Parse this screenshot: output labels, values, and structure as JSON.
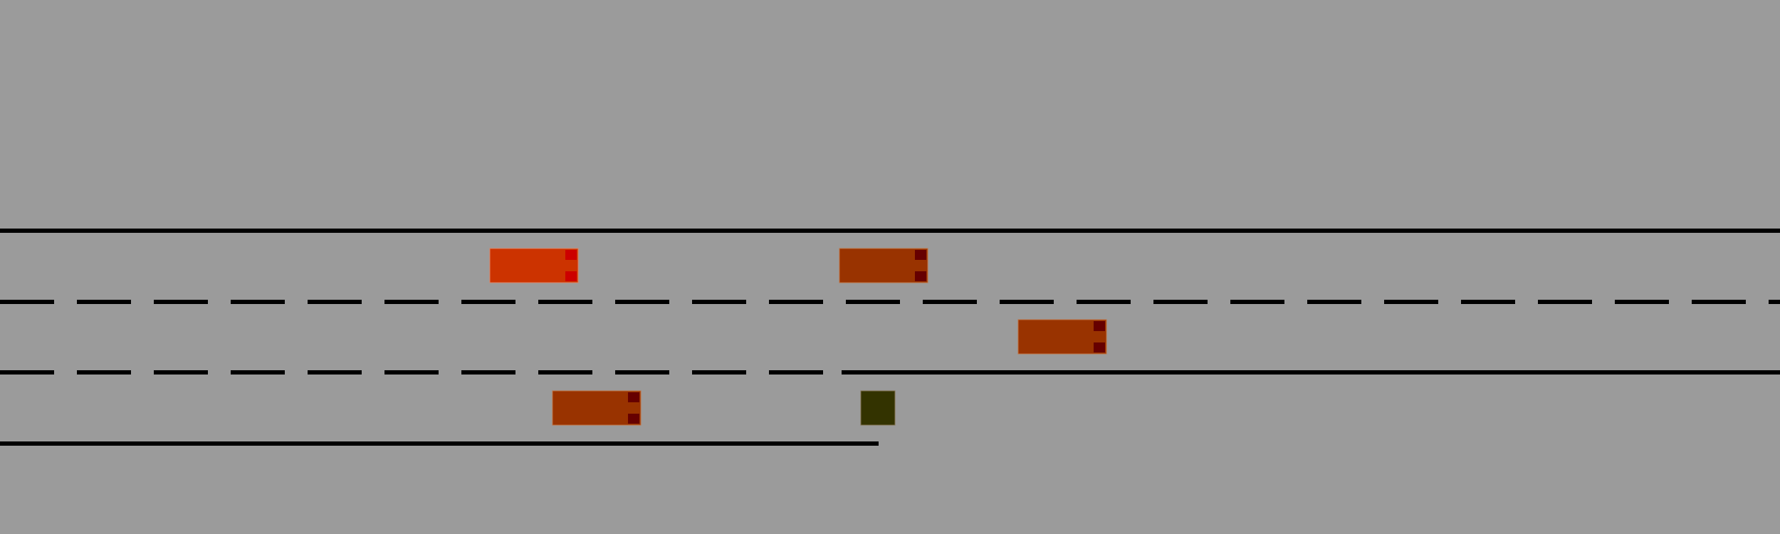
{
  "scene": {
    "type": "highway-merge-simulation",
    "background_color": "#9b9b9b",
    "line_color": "#000000",
    "lane_count": 3,
    "merge_lane": "lane-3-ends"
  },
  "vehicles": [
    {
      "id": "ego-car",
      "role": "ego",
      "lane": 1,
      "body_color": "#cc3300",
      "light_color": "#cc0000"
    },
    {
      "id": "car-lane1-front",
      "role": "traffic",
      "lane": 1,
      "body_color": "#993300",
      "light_color": "#660000"
    },
    {
      "id": "car-lane2",
      "role": "traffic",
      "lane": 2,
      "body_color": "#993300",
      "light_color": "#660000"
    },
    {
      "id": "car-lane3",
      "role": "traffic",
      "lane": 3,
      "body_color": "#993300",
      "light_color": "#660000"
    }
  ],
  "obstacles": [
    {
      "id": "lane-end-obstacle",
      "lane": 3,
      "color": "#333300"
    }
  ]
}
